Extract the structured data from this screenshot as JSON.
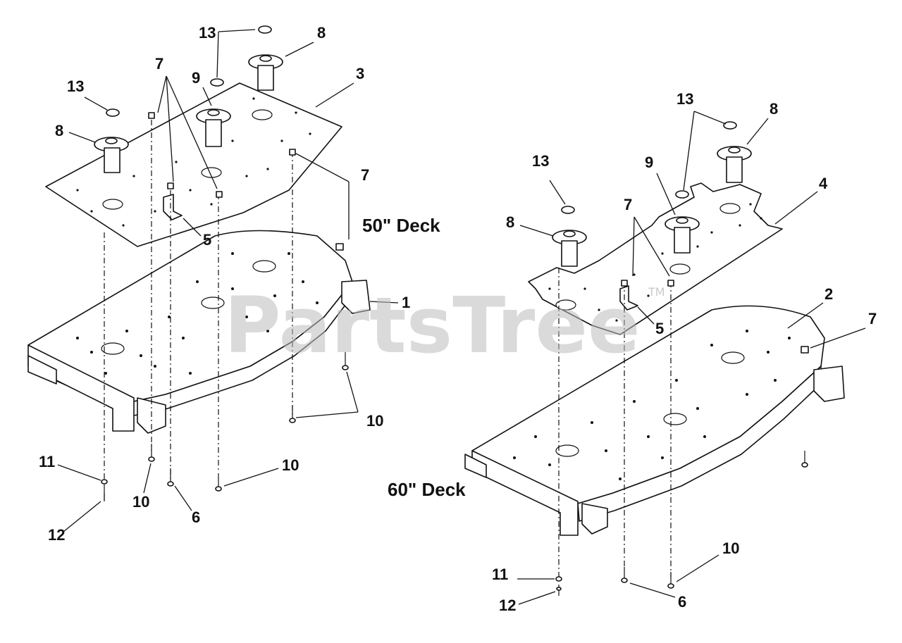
{
  "watermark": {
    "text": "PartsTree",
    "trademark": "TM"
  },
  "decks": [
    {
      "label": "50\" Deck"
    },
    {
      "label": "60\" Deck"
    }
  ],
  "callouts": {
    "left": [
      "13",
      "8",
      "7",
      "9",
      "13",
      "8",
      "3",
      "7",
      "5",
      "1",
      "10",
      "11",
      "10",
      "6",
      "10",
      "12"
    ],
    "right": [
      "13",
      "8",
      "13",
      "9",
      "4",
      "8",
      "7",
      "5",
      "2",
      "7",
      "10",
      "11",
      "6",
      "12"
    ]
  }
}
